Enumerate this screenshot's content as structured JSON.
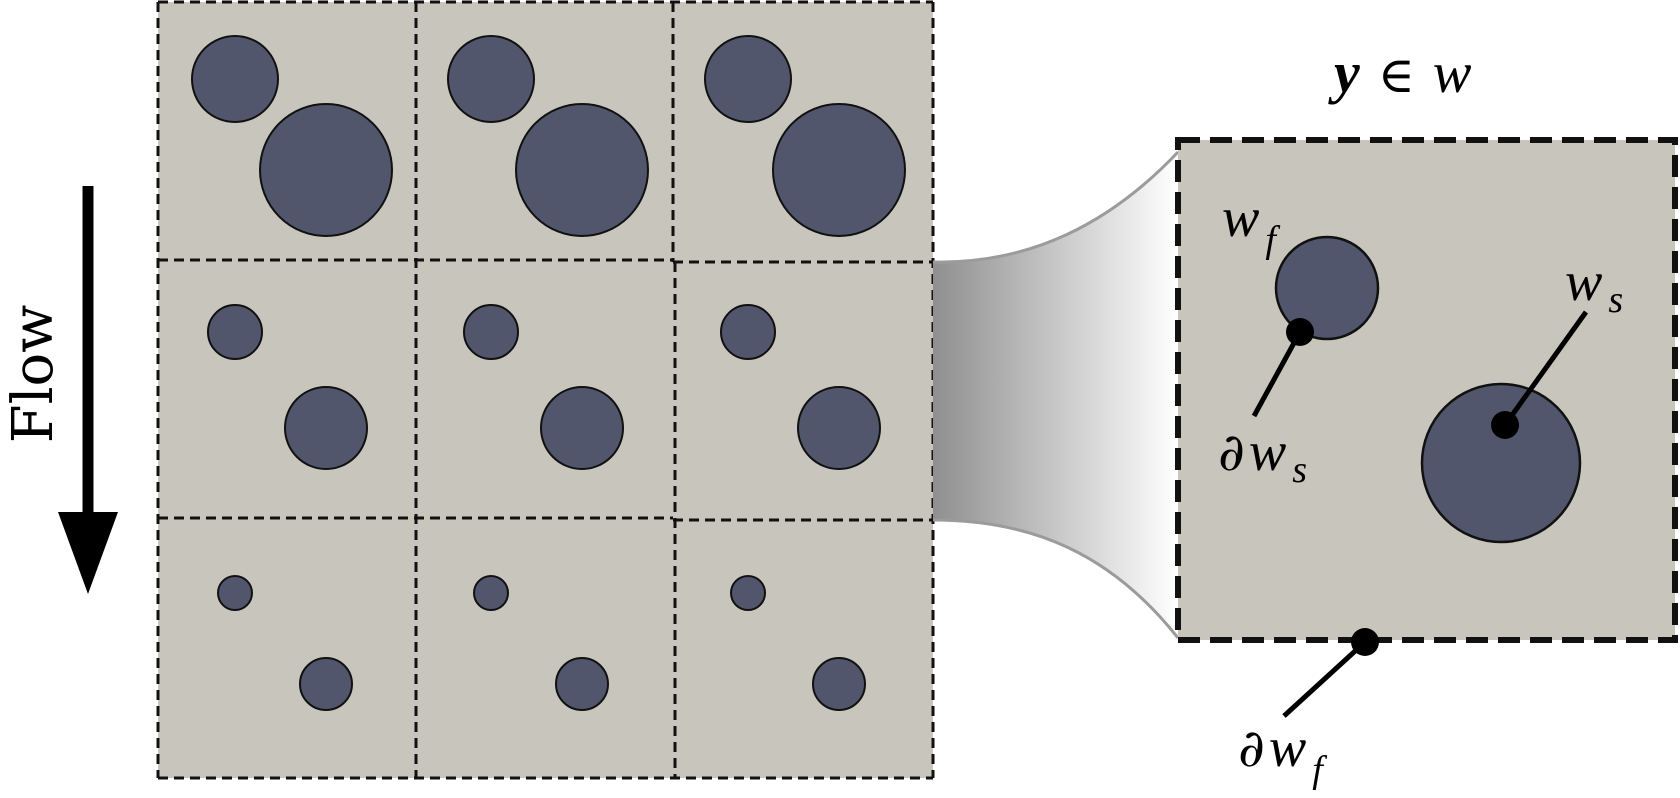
{
  "flow_label": "Flow",
  "zoom_title": {
    "var": "y",
    "rel": "∈",
    "set": "w"
  },
  "labels": {
    "w_f": {
      "base": "w",
      "sub": "f"
    },
    "w_s": {
      "base": "w",
      "sub": "s"
    },
    "boundary_s": {
      "partial": "∂",
      "base": "w",
      "sub": "s"
    },
    "boundary_f": {
      "partial": "∂",
      "base": "w",
      "sub": "f"
    }
  },
  "colors": {
    "matrix": "#c7c5bc",
    "inclusion": "#51566d",
    "outline": "#111111",
    "connector": "#9b9b9b"
  }
}
